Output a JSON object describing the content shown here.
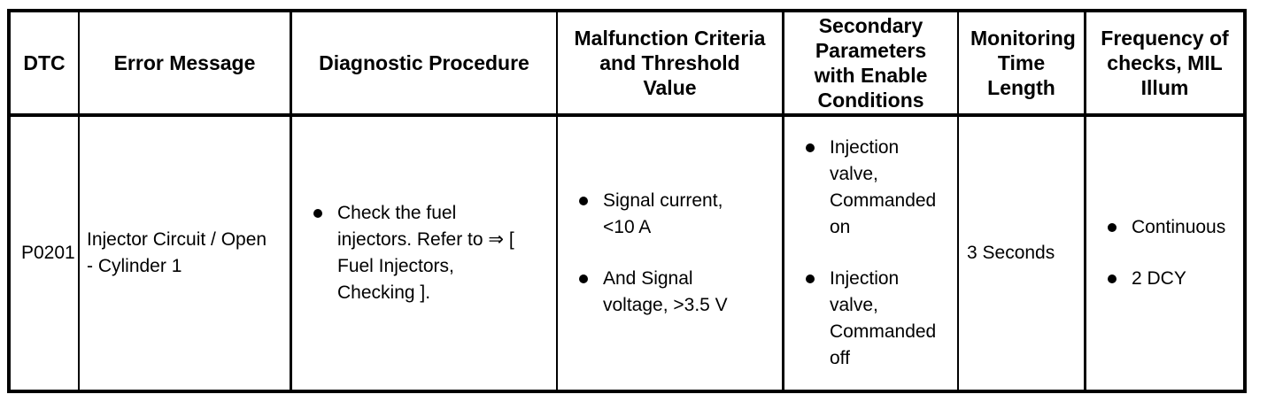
{
  "colors": {
    "text": "#000000",
    "border": "#000000",
    "background": "#ffffff"
  },
  "icons": {
    "bullet": "filled-circle"
  },
  "table": {
    "headers": [
      "DTC",
      "Error Message",
      "Diagnostic Procedure",
      "Malfunction Criteria and Threshold Value",
      "Secondary Parameters with Enable Conditions",
      "Monitoring Time Length",
      "Frequency of checks, MIL Illum"
    ],
    "row": {
      "dtc": "P0201",
      "error_message": "Injector Circuit / Open - Cylinder 1",
      "diagnostic_procedure": [
        "Check the fuel injectors. Refer to ⇒ [ Fuel Injectors, Checking ]."
      ],
      "malfunction_criteria": [
        "Signal current, <10 A",
        "And Signal voltage, >3.5 V"
      ],
      "secondary_parameters": [
        "Injection valve, Commanded on",
        "Injection valve, Commanded off"
      ],
      "monitoring_time_length": "3 Seconds",
      "frequency_of_checks": [
        "Continuous",
        "2 DCY"
      ]
    }
  }
}
